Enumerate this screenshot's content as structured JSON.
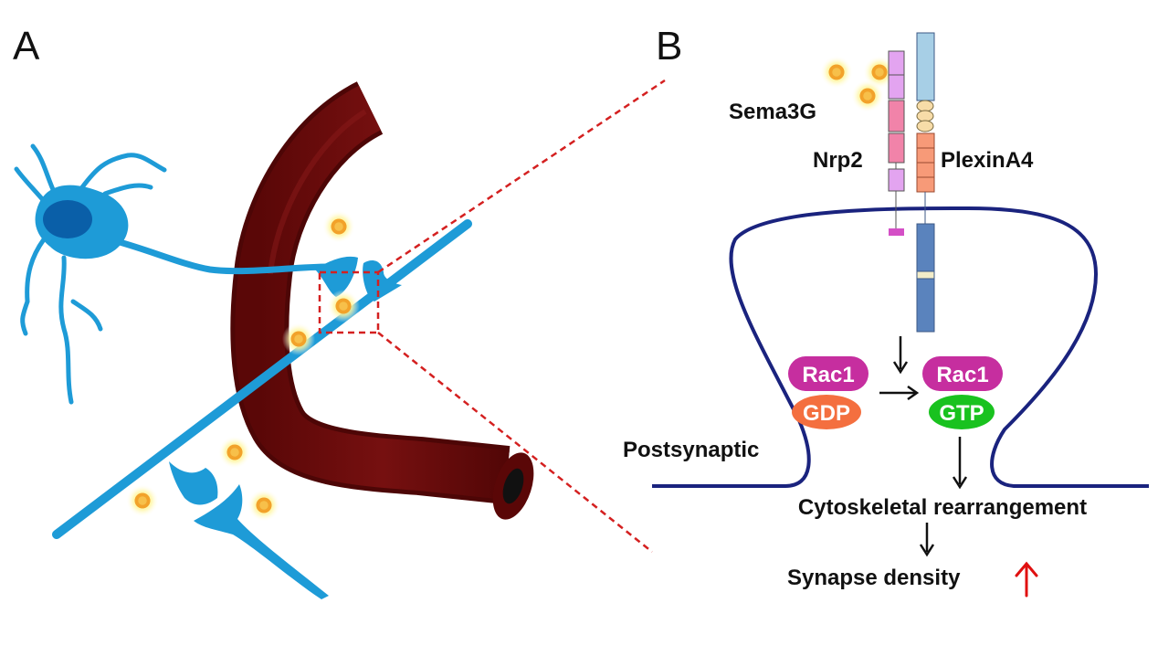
{
  "panels": {
    "a_label": "A",
    "b_label": "B"
  },
  "labels": {
    "ligand": "Sema3G",
    "coreceptor": "Nrp2",
    "receptor": "PlexinA4",
    "compartment": "Postsynaptic",
    "rac_left": "Rac1",
    "gdp": "GDP",
    "rac_right": "Rac1",
    "gtp": "GTP",
    "step1": "Cytoskeletal rearrangement",
    "step2": "Synapse density"
  },
  "colors": {
    "neuron": "#1e9bd7",
    "nucleus": "#0a5fa8",
    "vessel": "#6e0a0a",
    "vessel_dark": "#4d0606",
    "particle_core": "#f2a22a",
    "particle_glow": "#fff3a0",
    "zoom_dash": "#d42020",
    "membrane": "#1a237e",
    "nrp2": "#f183a9",
    "nrp2_light": "#e3a4f0",
    "plexin_top": "#a7cfe6",
    "plexin_domain": "#f79a78",
    "plexin_bottom": "#5a83bd",
    "rac1": "#c62e9f",
    "gdp": "#f46f3f",
    "gtp": "#19c21f",
    "up_arrow": "#e01010"
  },
  "icons": {
    "up_arrow": "red-up-arrow-icon",
    "particle": "sema3g-particle-icon"
  }
}
